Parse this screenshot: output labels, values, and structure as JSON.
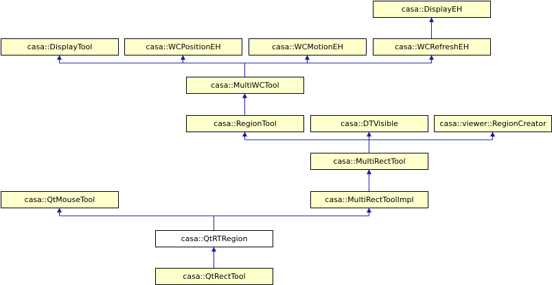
{
  "colors": {
    "node_fill": "#ffffcc",
    "focus_fill": "#ffffff",
    "edge": "#1a1aa6",
    "border": "#000000"
  },
  "nodes": {
    "display_eh": "casa::DisplayEH",
    "display_tool": "casa::DisplayTool",
    "wc_position_eh": "casa::WCPositionEH",
    "wc_motion_eh": "casa::WCMotionEH",
    "wc_refresh_eh": "casa::WCRefreshEH",
    "multi_wc_tool": "casa::MultiWCTool",
    "region_tool": "casa::RegionTool",
    "dt_visible": "casa::DTVisible",
    "region_creator": "casa::viewer::RegionCreator",
    "multi_rect_tool": "casa::MultiRectTool",
    "qt_mouse_tool": "casa::QtMouseTool",
    "multi_rect_tool_impl": "casa::MultiRectToolImpl",
    "qt_rt_region": "casa::QtRTRegion",
    "qt_rect_tool": "casa::QtRectTool"
  },
  "focus_node": "qt_rt_region",
  "edges": [
    {
      "from": "wc_refresh_eh",
      "to": "display_eh"
    },
    {
      "from": "multi_wc_tool",
      "to": [
        "display_tool",
        "wc_position_eh",
        "wc_motion_eh",
        "wc_refresh_eh"
      ]
    },
    {
      "from": "region_tool",
      "to": "multi_wc_tool"
    },
    {
      "from": "multi_rect_tool",
      "to": [
        "region_tool",
        "dt_visible",
        "region_creator"
      ]
    },
    {
      "from": "multi_rect_tool_impl",
      "to": "multi_rect_tool"
    },
    {
      "from": "qt_rt_region",
      "to": [
        "qt_mouse_tool",
        "multi_rect_tool_impl"
      ]
    },
    {
      "from": "qt_rect_tool",
      "to": "qt_rt_region"
    }
  ]
}
